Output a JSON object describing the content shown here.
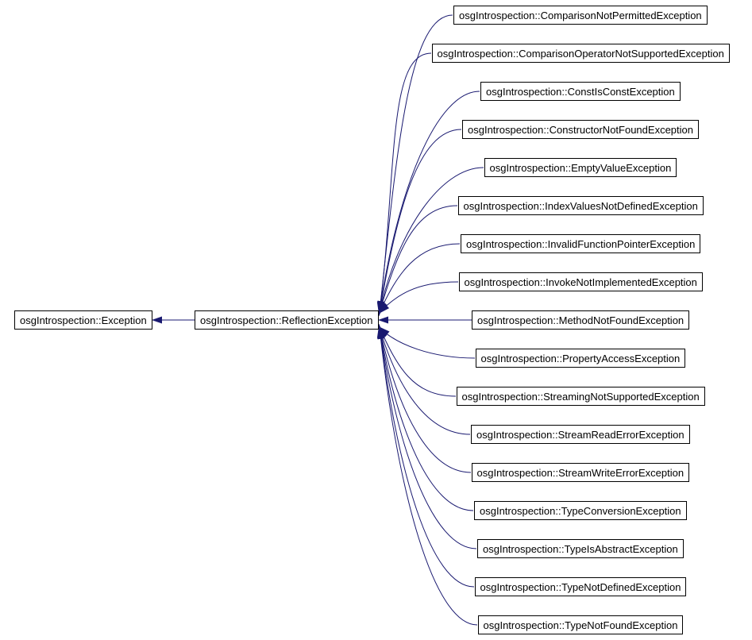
{
  "diagram": {
    "type": "class-inheritance-graph",
    "colors": {
      "edge": "#191970",
      "box_border": "#000000",
      "box_background": "#ffffff",
      "text": "#000000",
      "background": "#ffffff"
    },
    "base_node": {
      "label": "osgIntrospection::Exception"
    },
    "hub_node": {
      "label": "osgIntrospection::ReflectionException"
    },
    "derived_nodes": [
      {
        "label": "osgIntrospection::ComparisonNotPermittedException"
      },
      {
        "label": "osgIntrospection::ComparisonOperatorNotSupportedException"
      },
      {
        "label": "osgIntrospection::ConstIsConstException"
      },
      {
        "label": "osgIntrospection::ConstructorNotFoundException"
      },
      {
        "label": "osgIntrospection::EmptyValueException"
      },
      {
        "label": "osgIntrospection::IndexValuesNotDefinedException"
      },
      {
        "label": "osgIntrospection::InvalidFunctionPointerException"
      },
      {
        "label": "osgIntrospection::InvokeNotImplementedException"
      },
      {
        "label": "osgIntrospection::MethodNotFoundException"
      },
      {
        "label": "osgIntrospection::PropertyAccessException"
      },
      {
        "label": "osgIntrospection::StreamingNotSupportedException"
      },
      {
        "label": "osgIntrospection::StreamReadErrorException"
      },
      {
        "label": "osgIntrospection::StreamWriteErrorException"
      },
      {
        "label": "osgIntrospection::TypeConversionException"
      },
      {
        "label": "osgIntrospection::TypeIsAbstractException"
      },
      {
        "label": "osgIntrospection::TypeNotDefinedException"
      },
      {
        "label": "osgIntrospection::TypeNotFoundException"
      }
    ]
  }
}
